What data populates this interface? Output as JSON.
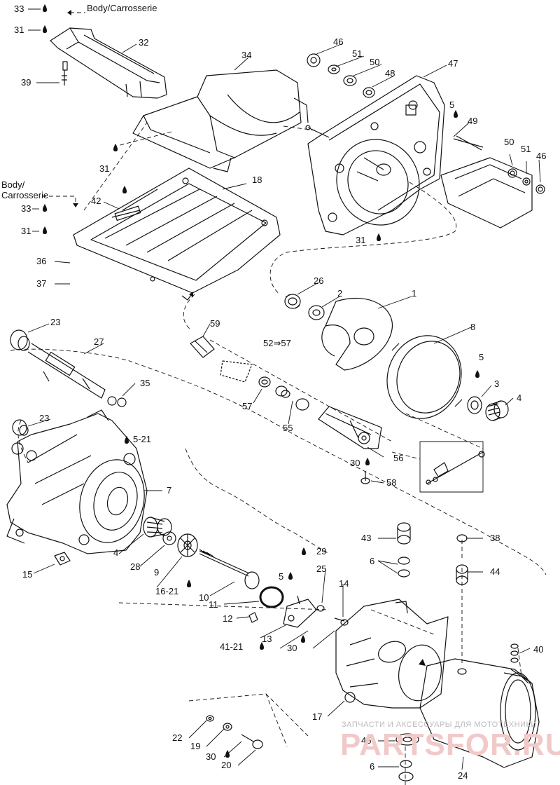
{
  "notes": {
    "body_top": "Body/Carrosserie",
    "body_left_1": "Body/",
    "body_left_2": "Carrosserie"
  },
  "part_labels": [
    {
      "id": "p33a",
      "text": "33"
    },
    {
      "id": "p31a",
      "text": "31"
    },
    {
      "id": "p32",
      "text": "32"
    },
    {
      "id": "p39",
      "text": "39"
    },
    {
      "id": "p34",
      "text": "34"
    },
    {
      "id": "p31b",
      "text": "31"
    },
    {
      "id": "p18",
      "text": "18"
    },
    {
      "id": "p42",
      "text": "42"
    },
    {
      "id": "p33b",
      "text": "33"
    },
    {
      "id": "p31c",
      "text": "31"
    },
    {
      "id": "p36",
      "text": "36"
    },
    {
      "id": "p37",
      "text": "37"
    },
    {
      "id": "p46a",
      "text": "46"
    },
    {
      "id": "p51a",
      "text": "51"
    },
    {
      "id": "p50a",
      "text": "50"
    },
    {
      "id": "p48",
      "text": "48"
    },
    {
      "id": "p47",
      "text": "47"
    },
    {
      "id": "p5a",
      "text": "5"
    },
    {
      "id": "p49",
      "text": "49"
    },
    {
      "id": "p50b",
      "text": "50"
    },
    {
      "id": "p51b",
      "text": "51"
    },
    {
      "id": "p46b",
      "text": "46"
    },
    {
      "id": "p31d",
      "text": "31"
    },
    {
      "id": "p26",
      "text": "26"
    },
    {
      "id": "p2",
      "text": "2"
    },
    {
      "id": "p1",
      "text": "1"
    },
    {
      "id": "p8",
      "text": "8"
    },
    {
      "id": "p5b",
      "text": "5"
    },
    {
      "id": "p3",
      "text": "3"
    },
    {
      "id": "p4a",
      "text": "4"
    },
    {
      "id": "p23a",
      "text": "23"
    },
    {
      "id": "p27",
      "text": "27"
    },
    {
      "id": "p59",
      "text": "59"
    },
    {
      "id": "p52",
      "text": "52⇒57"
    },
    {
      "id": "p35",
      "text": "35"
    },
    {
      "id": "p57",
      "text": "57"
    },
    {
      "id": "p55",
      "text": "55"
    },
    {
      "id": "p23b",
      "text": "23"
    },
    {
      "id": "p521",
      "text": "5-21"
    },
    {
      "id": "p56",
      "text": "56"
    },
    {
      "id": "p30a",
      "text": "30"
    },
    {
      "id": "p58",
      "text": "58"
    },
    {
      "id": "p7",
      "text": "7"
    },
    {
      "id": "p4b",
      "text": "4"
    },
    {
      "id": "p28",
      "text": "28"
    },
    {
      "id": "p15",
      "text": "15"
    },
    {
      "id": "p9",
      "text": "9"
    },
    {
      "id": "p1621",
      "text": "16-21"
    },
    {
      "id": "p10",
      "text": "10"
    },
    {
      "id": "p43",
      "text": "43"
    },
    {
      "id": "p38",
      "text": "38"
    },
    {
      "id": "p6a",
      "text": "6"
    },
    {
      "id": "p44",
      "text": "44"
    },
    {
      "id": "p29",
      "text": "29"
    },
    {
      "id": "p5c",
      "text": "5"
    },
    {
      "id": "p25",
      "text": "25"
    },
    {
      "id": "p14",
      "text": "14"
    },
    {
      "id": "p11",
      "text": "11"
    },
    {
      "id": "p12",
      "text": "12"
    },
    {
      "id": "p13",
      "text": "13"
    },
    {
      "id": "p4121",
      "text": "41-21"
    },
    {
      "id": "p30b",
      "text": "30"
    },
    {
      "id": "p40",
      "text": "40"
    },
    {
      "id": "p17",
      "text": "17"
    },
    {
      "id": "p22",
      "text": "22"
    },
    {
      "id": "p19",
      "text": "19"
    },
    {
      "id": "p30c",
      "text": "30"
    },
    {
      "id": "p20",
      "text": "20"
    },
    {
      "id": "p45",
      "text": "45"
    },
    {
      "id": "p6b",
      "text": "6"
    },
    {
      "id": "p24",
      "text": "24"
    }
  ],
  "watermark": {
    "line1": "ЗАПЧАСТИ И АКСЕССУАРЫ ДЛЯ МОТОТЕХНИКИ",
    "line2": "PARTSFOR.RU"
  },
  "colors": {
    "line": "#111111",
    "background": "#ffffff",
    "watermark": "#f1c9c9"
  },
  "icons": [
    "droplet-icon (sealant / lubricant symbol)",
    "leader-arrow-icon"
  ]
}
